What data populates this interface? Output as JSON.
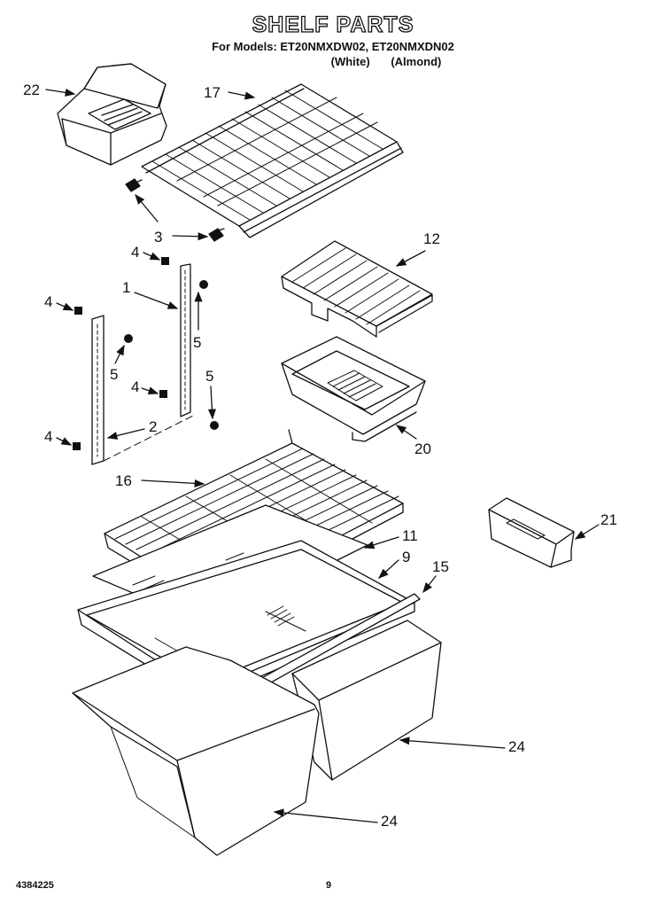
{
  "title": "SHELF PARTS",
  "models_line": "For Models: ET20NMXDW02, ET20NMXDN02",
  "color_labels": [
    "(White)",
    "(Almond)"
  ],
  "callouts": {
    "c22": "22",
    "c17": "17",
    "c3": "3",
    "c12": "12",
    "c4a": "4",
    "c1": "1",
    "c4b": "4",
    "c5a": "5",
    "c5b": "5",
    "c5c": "5",
    "c4c": "4",
    "c2": "2",
    "c4d": "4",
    "c20": "20",
    "c16": "16",
    "c21": "21",
    "c11": "11",
    "c9": "9",
    "c15": "15",
    "c24a": "24",
    "c24b": "24"
  },
  "footer": {
    "doc_number": "4384225",
    "page_number": "9"
  }
}
